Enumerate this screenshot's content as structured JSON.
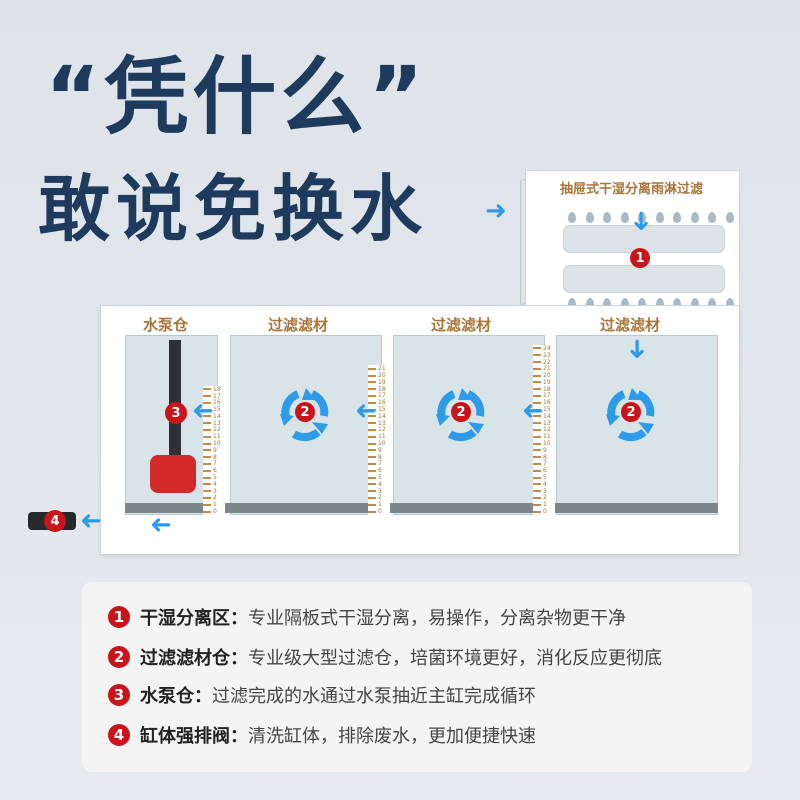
{
  "headline": {
    "line1": "“凭什么”",
    "line2": "敢说免换水"
  },
  "diagram": {
    "drawer_label": "抽屉式干湿分离雨淋过滤",
    "chambers": [
      {
        "label": "水泵仓"
      },
      {
        "label": "过滤滤材"
      },
      {
        "label": "过滤滤材"
      },
      {
        "label": "过滤滤材"
      }
    ],
    "markers": [
      "1",
      "2",
      "3",
      "4"
    ],
    "rulers": [
      {
        "max": 18
      },
      {
        "max": 21
      },
      {
        "max": 24
      }
    ],
    "accent": "#2d9be8",
    "marker_color": "#c8141b"
  },
  "features": [
    {
      "num": "1",
      "title": "干湿分离区：",
      "desc": "专业隔板式干湿分离，易操作，分离杂物更干净"
    },
    {
      "num": "2",
      "title": "过滤滤材仓：",
      "desc": "专业级大型过滤仓，培菌环境更好，消化反应更彻底"
    },
    {
      "num": "3",
      "title": "水泵仓：",
      "desc": "过滤完成的水通过水泵抽近主缸完成循环"
    },
    {
      "num": "4",
      "title": "缸体强排阀：",
      "desc": "清洗缸体，排除废水，更加便捷快速"
    }
  ]
}
